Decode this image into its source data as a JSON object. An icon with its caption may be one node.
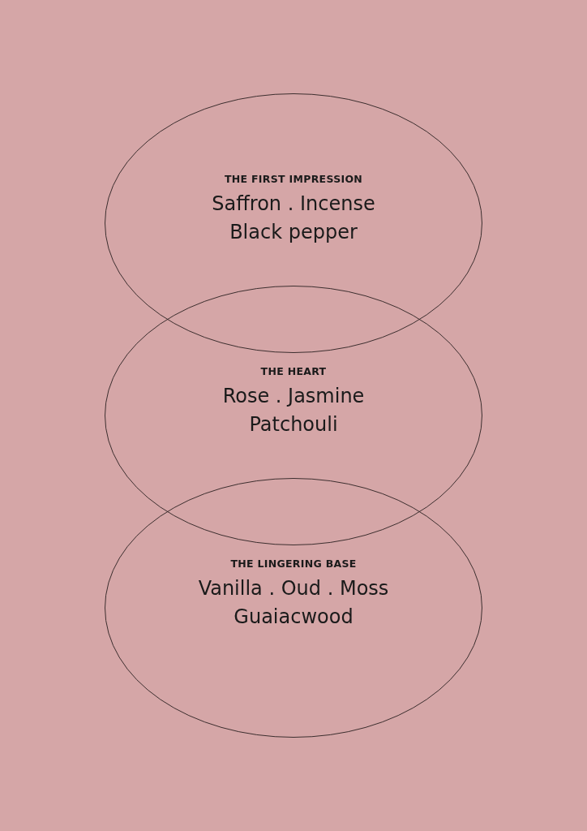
{
  "diagram": {
    "nodes": [
      {
        "text": [
          "THE FIRST IMPRESSION",
          "Saffron . Incense",
          "Black pepper"
        ]
      },
      {
        "text": [
          "THE HEART",
          "Rose . Jasmine",
          "Patchouli"
        ]
      },
      {
        "text": [
          "THE LINGERING BASE",
          "Vanilla . Oud . Moss",
          "Guaiacwood"
        ]
      }
    ]
  }
}
